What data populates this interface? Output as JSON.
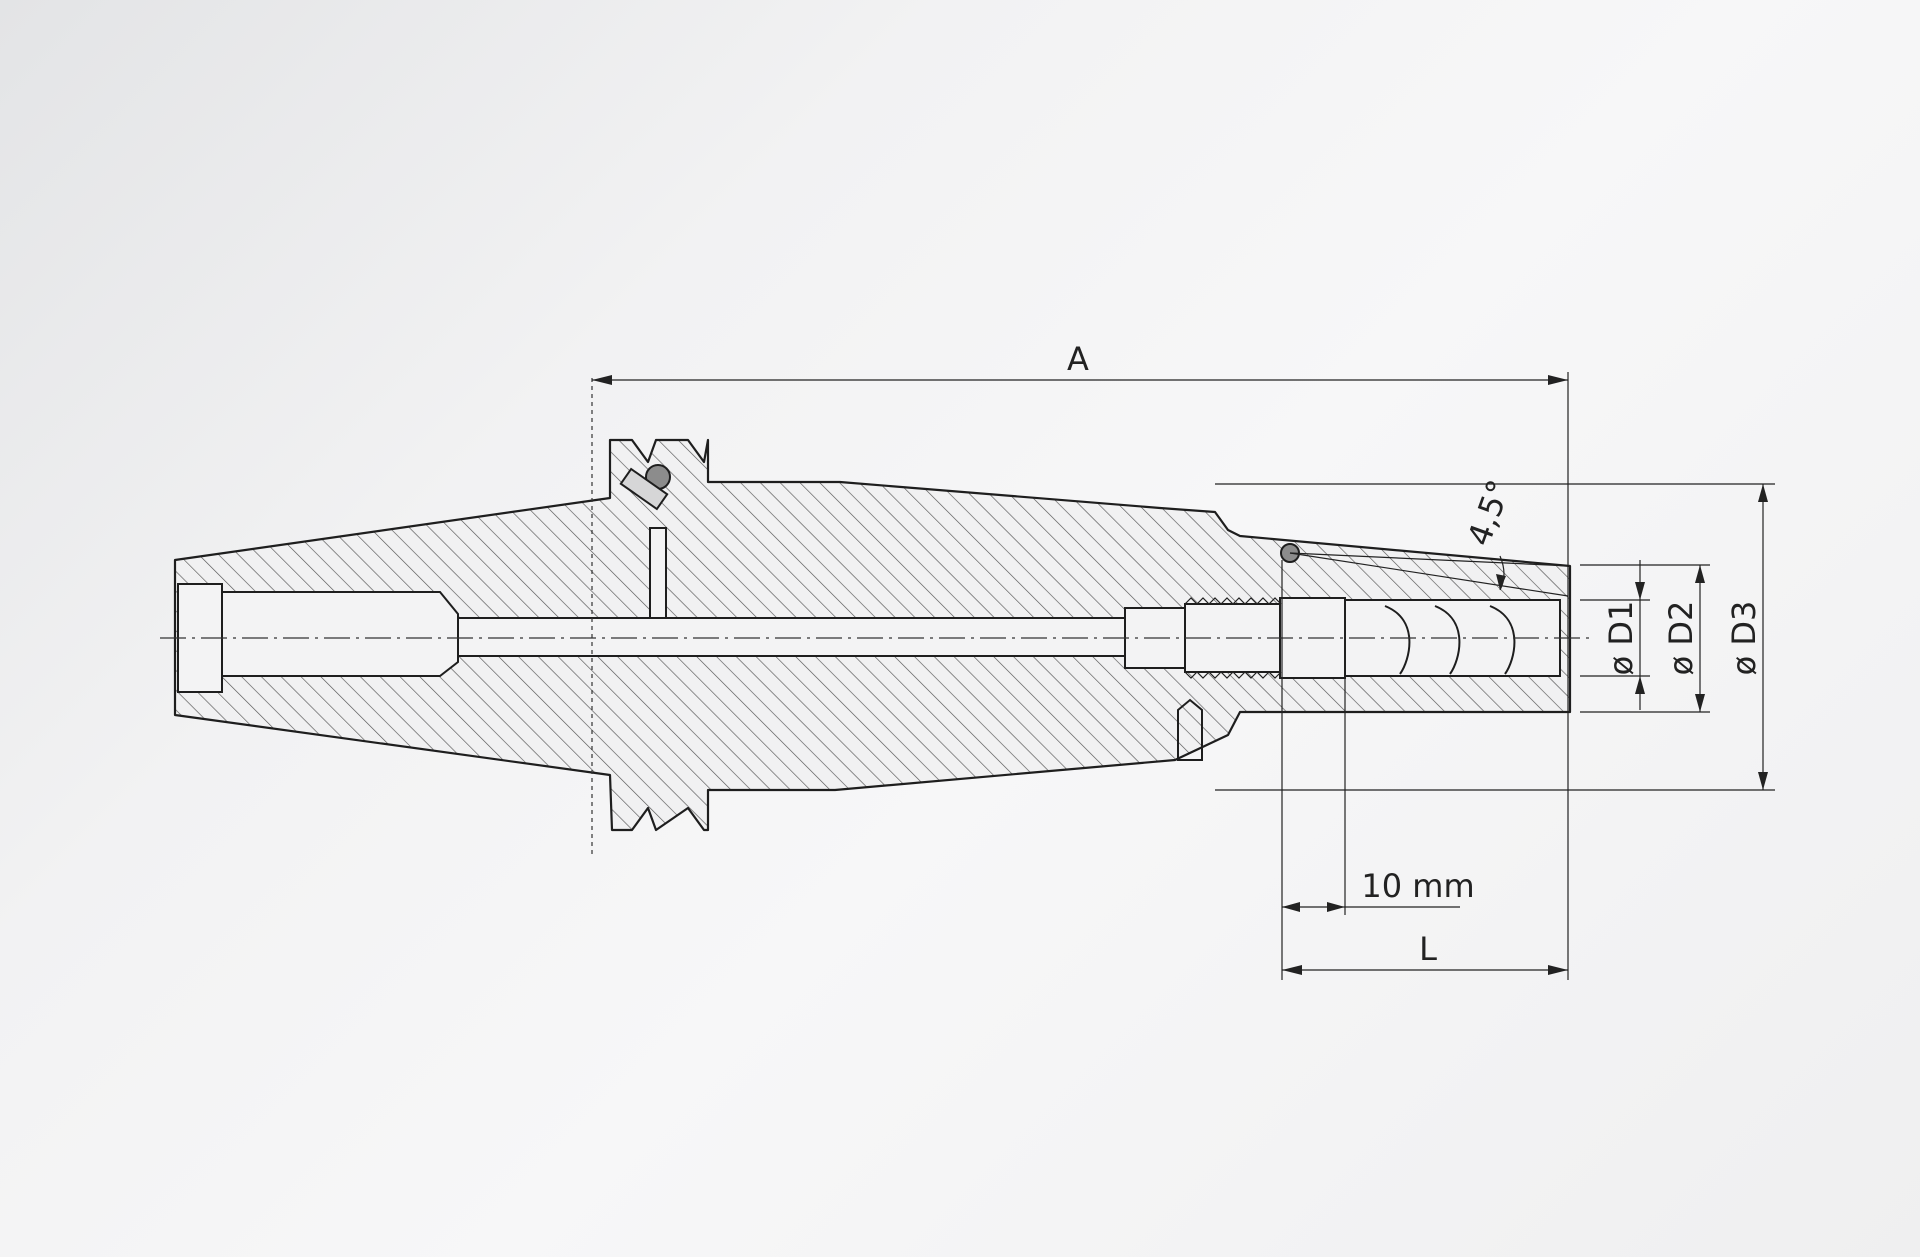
{
  "diagram": {
    "labels": {
      "A": "A",
      "L": "L",
      "ten_mm": "10 mm",
      "angle": "4,5°",
      "D1": "ø D1",
      "D2": "ø D2",
      "D3": "ø D3"
    },
    "colors": {
      "line": "#1e1e1e",
      "background": "#f2f2f3"
    }
  }
}
